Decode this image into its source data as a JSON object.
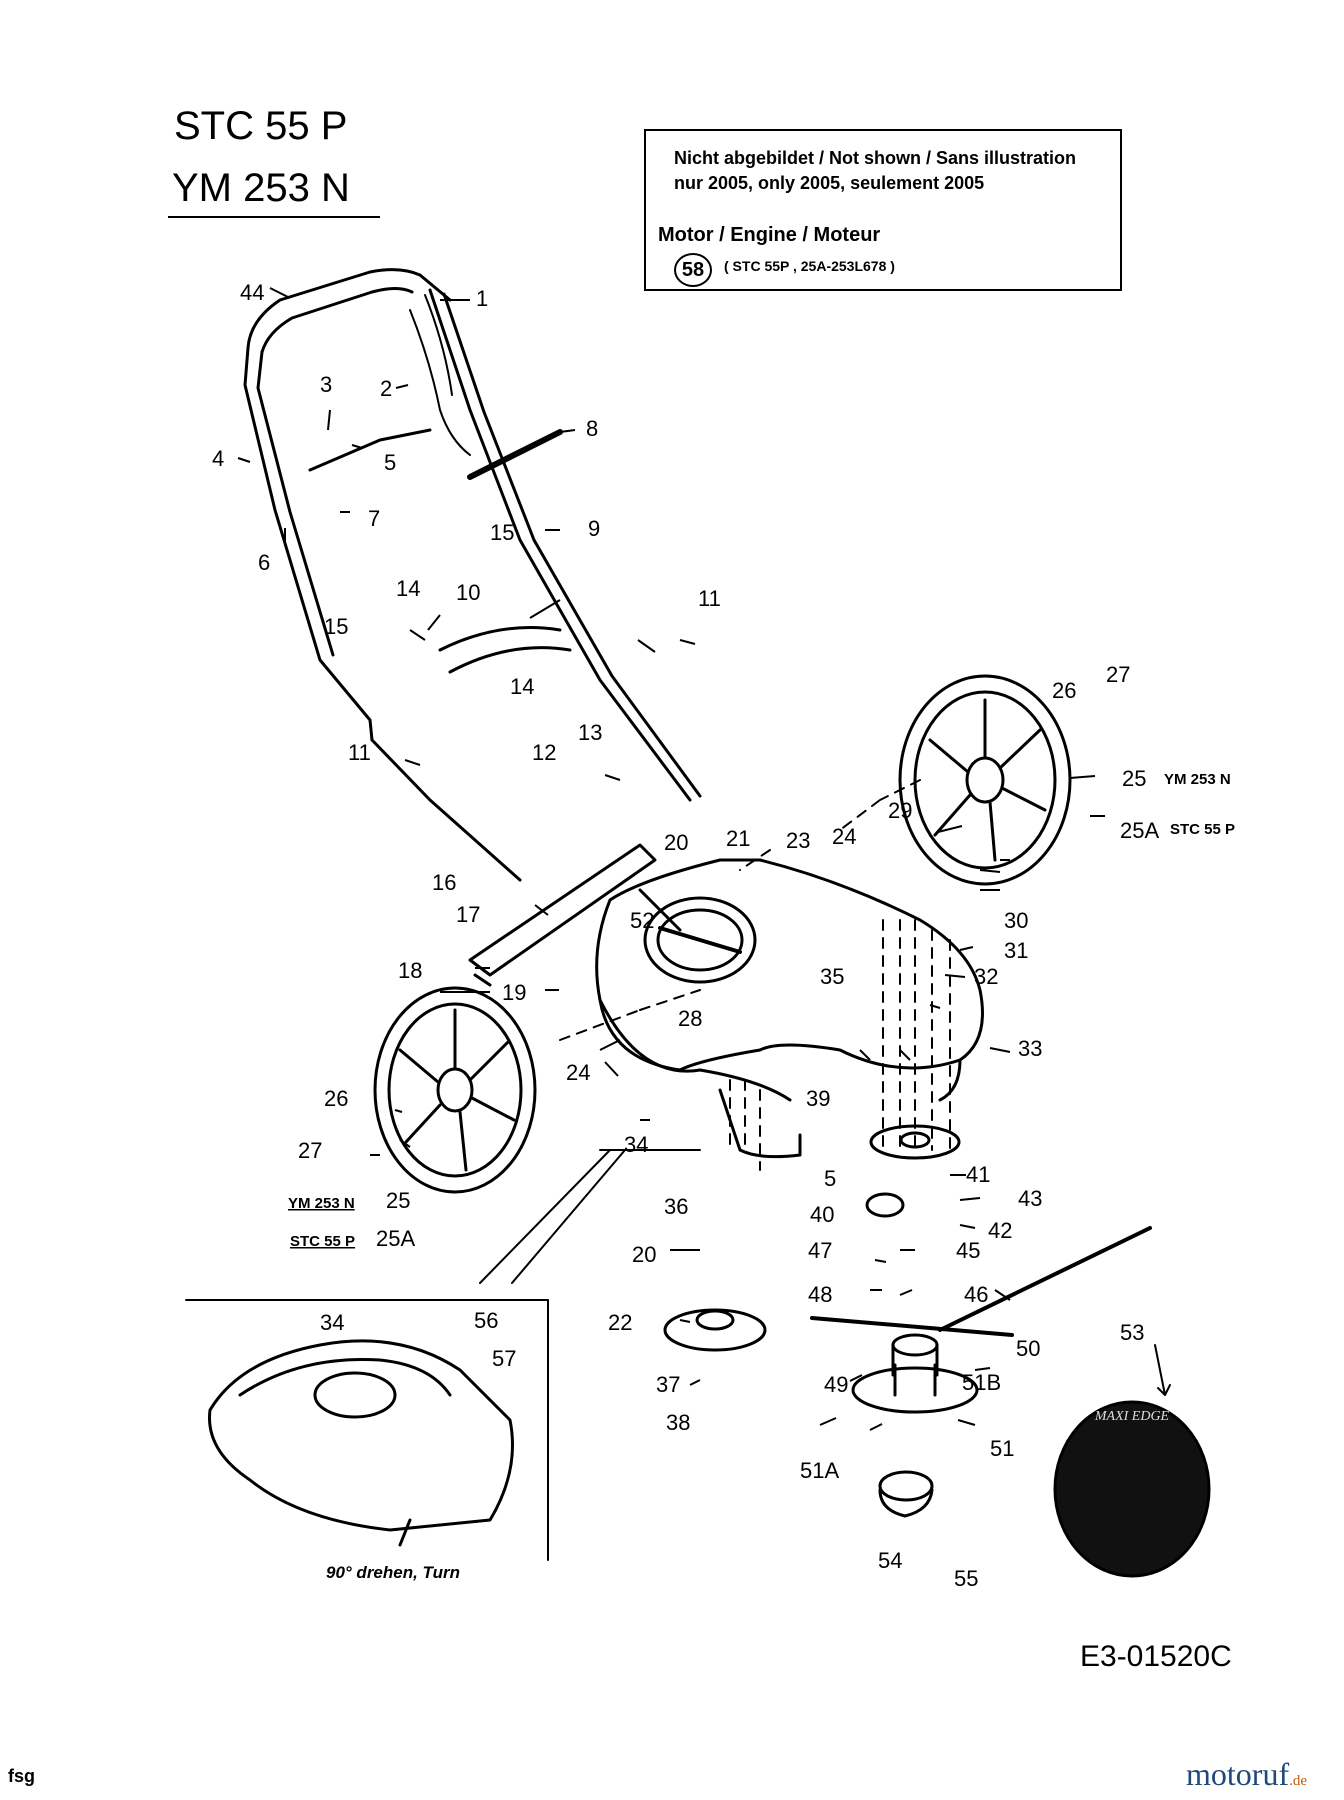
{
  "model_titles": [
    "STC 55 P",
    "YM 253 N"
  ],
  "note_box": {
    "line1": "Nicht abgebildet / Not shown / Sans illustration",
    "line2": "nur 2005, only 2005, seulement 2005",
    "engine_label": "Motor / Engine / Moteur",
    "engine_part_no": "58",
    "engine_detail": "( STC 55P , 25A-253L678 )"
  },
  "parts": [
    "1",
    "2",
    "3",
    "4",
    "5",
    "6",
    "7",
    "8",
    "9",
    "10",
    "11",
    "12",
    "13",
    "14",
    "15",
    "16",
    "17",
    "18",
    "19",
    "20",
    "21",
    "22",
    "23",
    "24",
    "25",
    "25A",
    "26",
    "27",
    "28",
    "29",
    "30",
    "31",
    "32",
    "33",
    "34",
    "35",
    "36",
    "37",
    "38",
    "39",
    "40",
    "41",
    "42",
    "43",
    "44",
    "45",
    "46",
    "47",
    "48",
    "49",
    "50",
    "51",
    "51A",
    "51B",
    "52",
    "53",
    "54",
    "55",
    "56",
    "57"
  ],
  "variant_notes": {
    "ym": "YM 253 N",
    "stc": "STC 55 P",
    "part_25": "25",
    "part_25a": "25A"
  },
  "inset_caption": "90° drehen, Turn",
  "spool_label": "MAXI EDGE",
  "drawing_code": "E3-01520C",
  "footer": {
    "left": "fsg",
    "brand": "motoruf",
    "brand_tld": ".de"
  },
  "colors": {
    "ink": "#000000",
    "background": "#ffffff",
    "brand": "#1f4a78",
    "brand_tld": "#c85a10"
  }
}
